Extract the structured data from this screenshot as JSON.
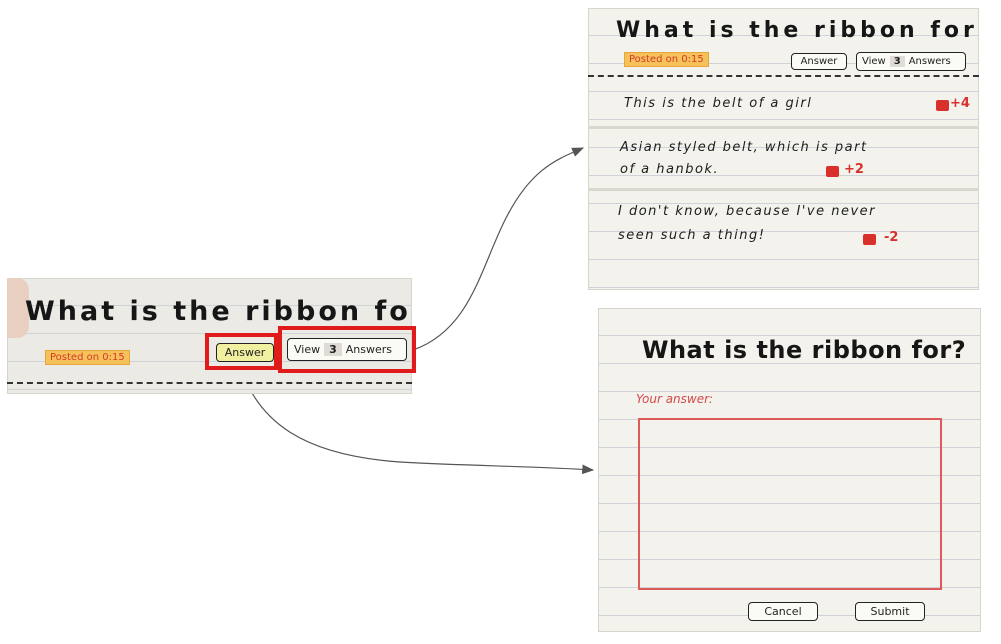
{
  "question": {
    "title": "What is the ribbon for?",
    "posted": "Posted on 0:15",
    "answer_button": "Answer",
    "view_answers_view": "View",
    "view_answers_count": "3",
    "view_answers_label": "Answers"
  },
  "answers_view": {
    "title": "What is the ribbon for?",
    "posted": "Posted on 0:15",
    "answer_button": "Answer",
    "view_answers_view": "View",
    "view_answers_count": "3",
    "view_answers_label": "Answers",
    "answers": [
      {
        "line1": "This is the belt of a girl",
        "line2": "",
        "score": "+4"
      },
      {
        "line1": "Asian styled belt, which is part",
        "line2": "of a hanbok.",
        "score": "+2"
      },
      {
        "line1": "I don't know, because I've never",
        "line2": "seen such a thing!",
        "score": "-2"
      }
    ]
  },
  "answer_form": {
    "title": "What is the ribbon for?",
    "input_label": "Your answer:",
    "cancel_button": "Cancel",
    "submit_button": "Submit"
  },
  "colors": {
    "highlight": "#e11b1b",
    "arrow": "#555555",
    "posted_bg": "#f7c15a",
    "vote": "#d9302c"
  }
}
